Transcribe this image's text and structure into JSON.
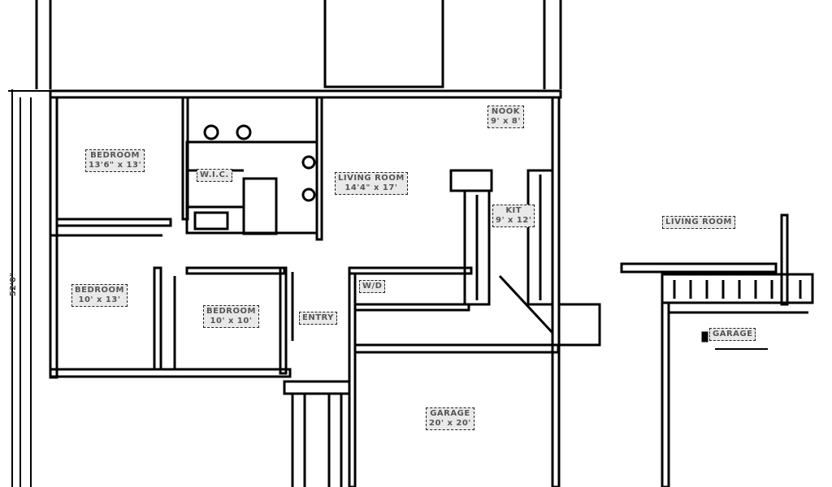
{
  "rooms": {
    "bedroom_master": {
      "name": "BEDROOM",
      "size": "13'6\" x 13'"
    },
    "wic": {
      "name": "W.I.C."
    },
    "living_room": {
      "name": "LIVING ROOM",
      "size": "14'4\" x 17'"
    },
    "nook": {
      "name": "NOOK",
      "size": "9' x 8'"
    },
    "kitchen": {
      "name": "KIT",
      "size": "9' x 12'"
    },
    "bedroom_2": {
      "name": "BEDROOM",
      "size": "10' x 13'"
    },
    "bedroom_3": {
      "name": "BEDROOM",
      "size": "10' x 10'"
    },
    "laundry": {
      "name": "W/D"
    },
    "entry": {
      "name": "ENTRY"
    },
    "garage": {
      "name": "GARAGE",
      "size": "20' x 20'"
    },
    "alt_living_room": {
      "name": "LIVING ROOM"
    },
    "alt_garage": {
      "name": "GARAGE"
    }
  },
  "dimensions": {
    "overall_depth": "52'0\""
  }
}
